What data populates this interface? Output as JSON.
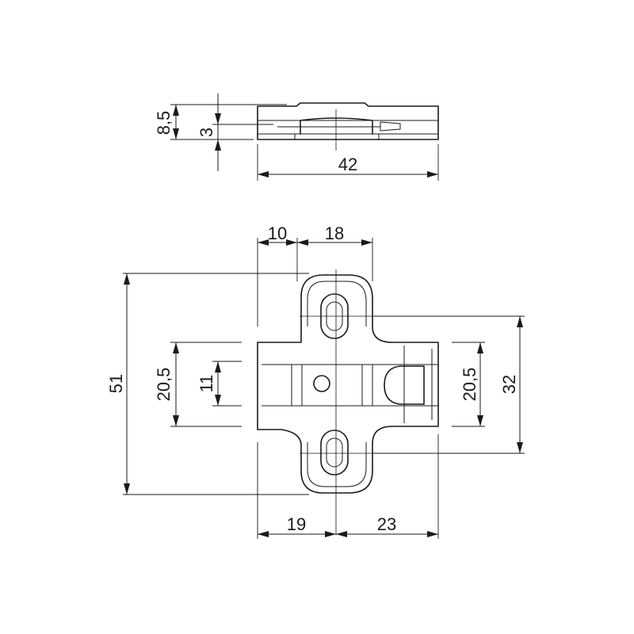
{
  "dimensions": {
    "side_height": "8,5",
    "side_plate": "3",
    "side_width": "42",
    "top_offset": "10",
    "top_slot_pitch": "18",
    "total_height": "51",
    "inner_height_left": "20,5",
    "hole_spacing": "11",
    "inner_height_right": "20,5",
    "slot_spacing": "32",
    "bottom_left": "19",
    "bottom_right": "23"
  },
  "colors": {
    "line": "#1a1a1a",
    "background": "#ffffff"
  }
}
